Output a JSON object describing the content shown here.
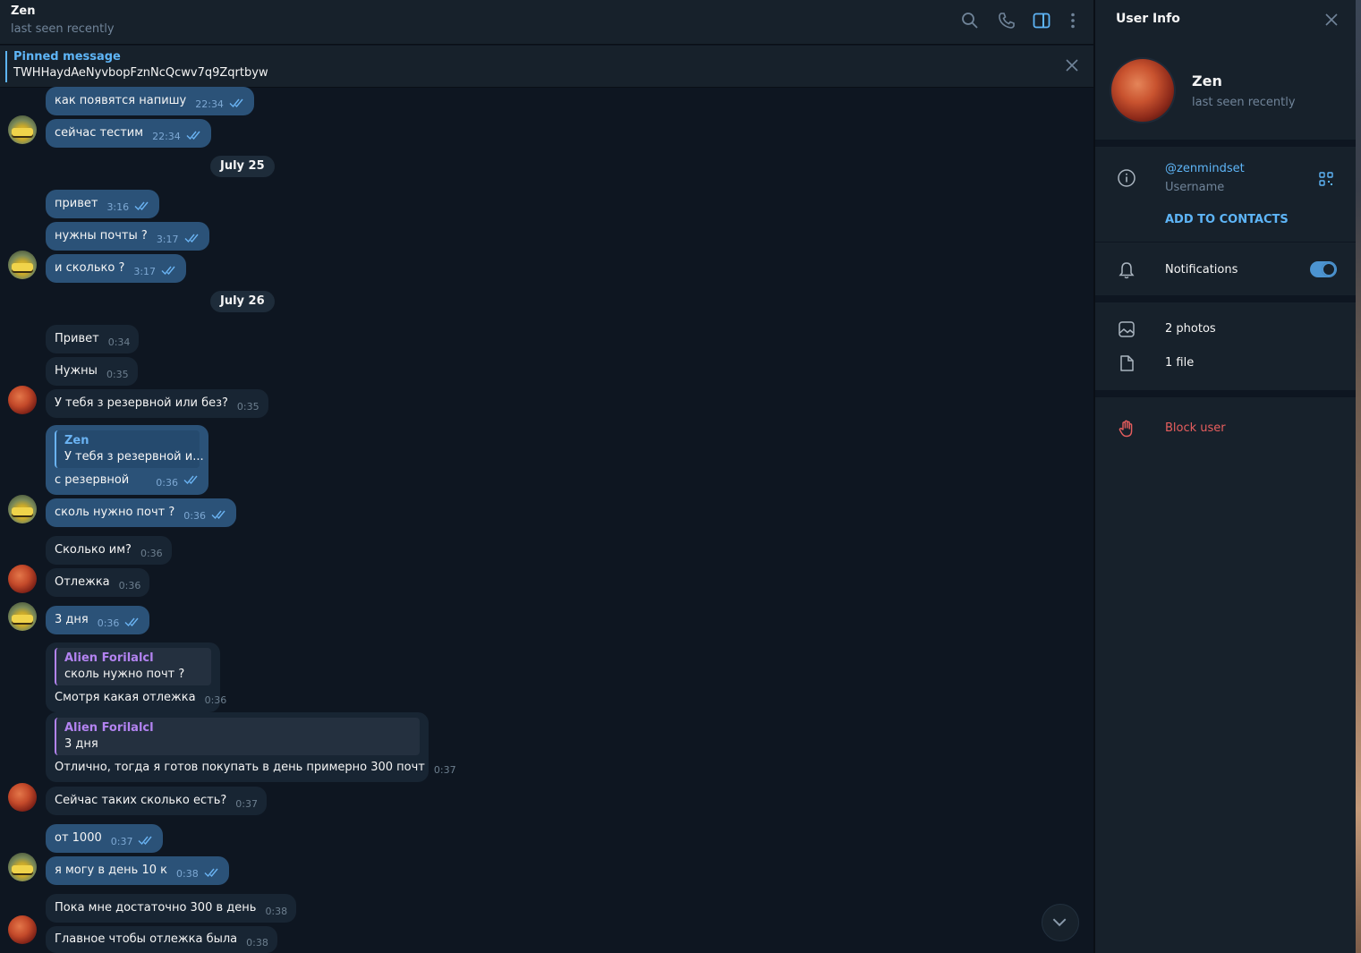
{
  "header": {
    "name": "Zen",
    "status": "last seen recently"
  },
  "pinned": {
    "title": "Pinned message",
    "text": "TWHHaydAeNyvbopFznNcQcwv7q9Zqrtbyw"
  },
  "messages": [
    {
      "text": "как появятся  напишу",
      "time": "22:34"
    },
    {
      "text": "сейчас  тестим",
      "time": "22:34"
    },
    {
      "text": "привет",
      "time": "3:16"
    },
    {
      "text": "нужны почты ?",
      "time": "3:17"
    },
    {
      "text": "и сколько ?",
      "time": "3:17"
    },
    {
      "text": "Привет",
      "time": "0:34"
    },
    {
      "text": "Нужны",
      "time": "0:35"
    },
    {
      "text": "У тебя з резервной или без?",
      "time": "0:35"
    },
    {
      "reply_name": "Zen",
      "reply_text": "У тебя з резервной и...",
      "text": "с резервной",
      "time": "0:36"
    },
    {
      "text": "сколь нужно почт ?",
      "time": "0:36"
    },
    {
      "text": "Сколько им?",
      "time": "0:36"
    },
    {
      "text": "Отлежка",
      "time": "0:36"
    },
    {
      "text": "3 дня",
      "time": "0:36"
    },
    {
      "reply_name": "Alien Forilalcl",
      "reply_text": "сколь нужно почт ?",
      "text": "Смотря какая отлежка",
      "time": "0:36"
    },
    {
      "reply_name": "Alien Forilalcl",
      "reply_text": "3 дня",
      "text": "Отлично, тогда я готов покупать в день примерно 300 почт",
      "time": "0:37"
    },
    {
      "text": "Сейчас таких сколько есть?",
      "time": "0:37"
    },
    {
      "text": "от 1000",
      "time": "0:37"
    },
    {
      "text": "я могу в день 10 к",
      "time": "0:38"
    },
    {
      "text": "Пока мне достаточно 300 в день",
      "time": "0:38"
    },
    {
      "text": "Главное чтобы отлежка была",
      "time": "0:38"
    }
  ],
  "dates": [
    "July 25",
    "July 26"
  ],
  "panel": {
    "title": "User Info",
    "name": "Zen",
    "status": "last seen recently",
    "username": "@zenmindset",
    "username_label": "Username",
    "add_contacts": "ADD TO CONTACTS",
    "notifications": "Notifications",
    "notifications_on": true,
    "photos": "2 photos",
    "files": "1 file",
    "block": "Block user"
  },
  "colors": {
    "accent": "#5eb5f7",
    "outgoing_bubble": "#2b5278",
    "incoming_bubble": "#182533",
    "danger": "#e85e5e"
  }
}
